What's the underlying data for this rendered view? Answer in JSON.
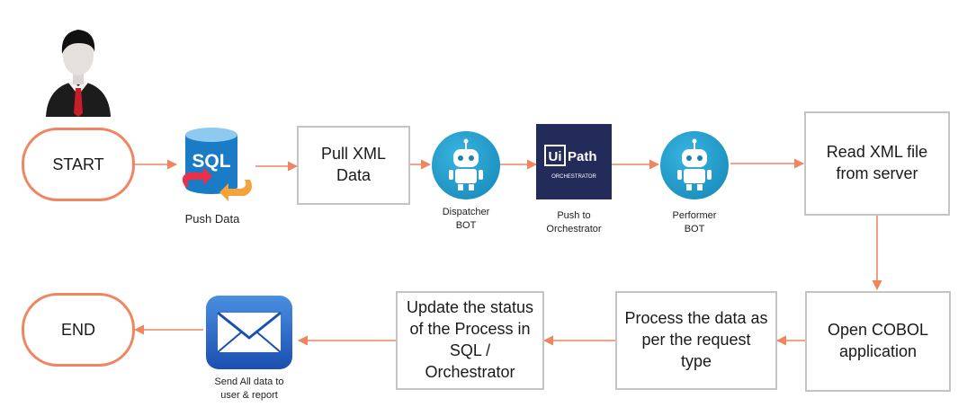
{
  "nodes": {
    "start": "START",
    "end": "END",
    "pull_xml": "Pull XML\nData",
    "read_xml": "Read XML file\nfrom server",
    "open_cobol": "Open COBOL\napplication",
    "process_data": "Process the data as\nper the request\ntype",
    "update_status": "Update the status\nof the Process in\nSQL /\nOrchestrator"
  },
  "icons": {
    "user": "user-icon",
    "sql": "sql-database-icon",
    "dispatcher": "robot-icon",
    "orchestrator": "uipath-orchestrator-icon",
    "performer": "robot-icon",
    "mail": "envelope-icon"
  },
  "captions": {
    "push_data": "Push Data",
    "dispatcher": "Dispatcher\nBOT",
    "push_orchestrator": "Push to\nOrchestrator",
    "performer": "Performer\nBOT",
    "send_data": "Send All data to\nuser & report"
  },
  "logos": {
    "sql": "SQL",
    "uipath_ui": "Ui",
    "uipath_path": "Path",
    "uipath_sub": "ORCHESTRATOR"
  },
  "colors": {
    "arrow": "#f0855f",
    "terminal_border": "#f0855f",
    "box_border": "#c4c4c4",
    "bot_blue": "#1e9fd3",
    "uipath_navy": "#232b5a"
  }
}
